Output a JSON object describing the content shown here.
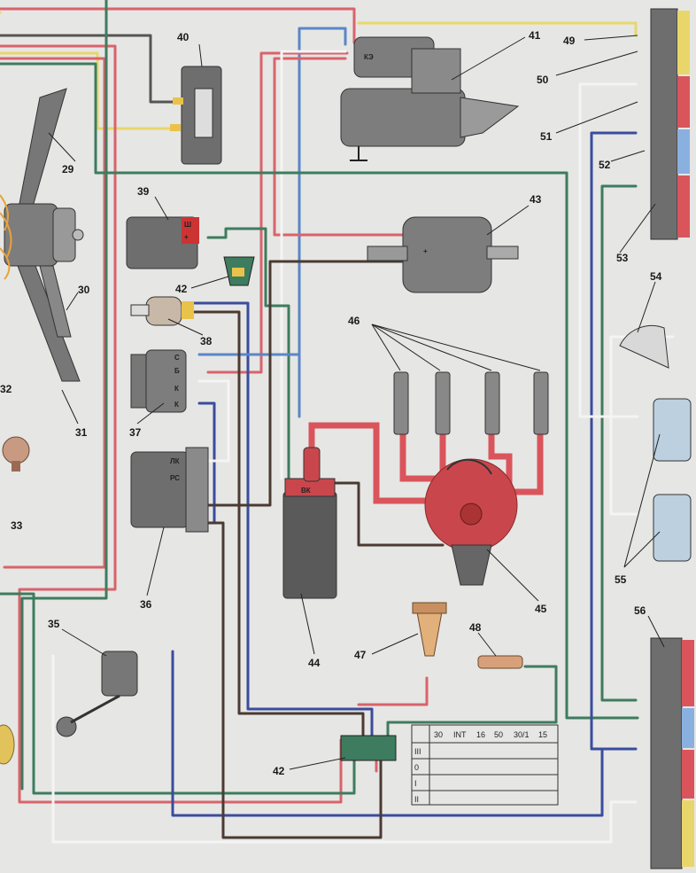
{
  "colors": {
    "background": "#e6e6e4",
    "wire_red": "#d9636b",
    "wire_blue": "#3a4c9e",
    "wire_lightblue": "#5a86c8",
    "wire_green": "#3d7c5e",
    "wire_yellow": "#e9d66a",
    "wire_brown": "#4a3a32",
    "wire_white": "#f4f4f4",
    "wire_black": "#2a2a2a",
    "ht_lead": "#d9555b",
    "distributor": "#c9474c",
    "component": "#7a7a7a"
  },
  "labels": {
    "l29": "29",
    "l30": "30",
    "l31": "31",
    "l32": "32",
    "l33": "33",
    "l35": "35",
    "l36": "36",
    "l37": "37",
    "l38": "38",
    "l39": "39",
    "l40": "40",
    "l41": "41",
    "l42a": "42",
    "l42b": "42",
    "l43": "43",
    "l44": "44",
    "l45": "45",
    "l46": "46",
    "l47": "47",
    "l48": "48",
    "l49": "49",
    "l50": "50",
    "l51": "51",
    "l52": "52",
    "l53": "53",
    "l54": "54",
    "l55": "55",
    "l56": "56"
  },
  "terminals": {
    "starter_ke": "КЭ",
    "relay_sh": "Ш",
    "relay_plus": "+",
    "regulator_plus": "+",
    "switch_s": "С",
    "switch_b": "Б",
    "switch_k1": "К",
    "switch_k2": "К",
    "block_lk": "ЛК",
    "block_rs": "РС",
    "coil_vk": "ВК"
  },
  "ignition_table": {
    "headers": [
      "30",
      "INT",
      "16",
      "50",
      "30/1",
      "15"
    ],
    "rows": [
      "III",
      "0",
      "I",
      "II"
    ]
  }
}
